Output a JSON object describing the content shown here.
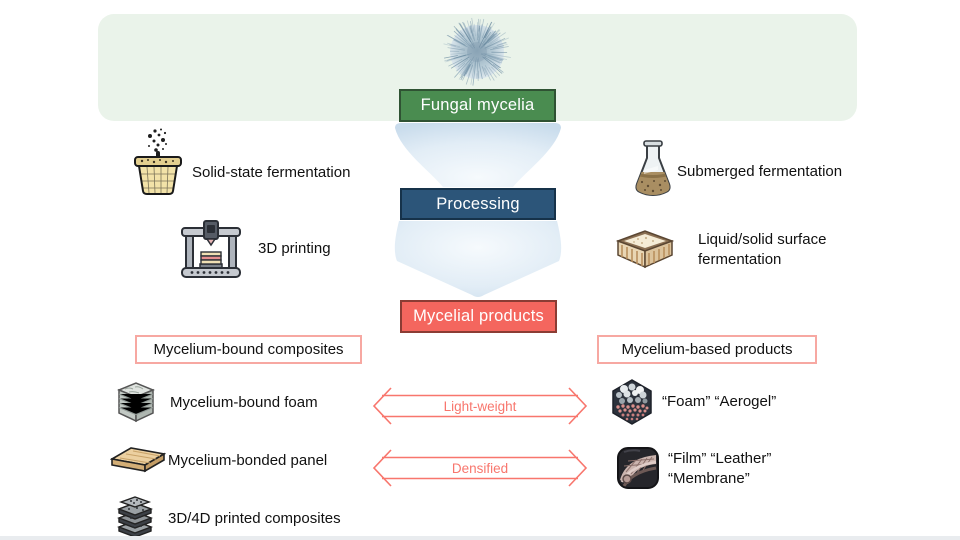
{
  "flow": {
    "source": "Fungal mycelia",
    "process": "Processing",
    "output": "Mycelial products"
  },
  "methods": {
    "solid_state": "Solid-state fermentation",
    "printing_3d": "3D printing",
    "submerged": "Submerged fermentation",
    "surface_line1": "Liquid/solid surface",
    "surface_line2": "fermentation"
  },
  "categories": {
    "left": "Mycelium-bound composites",
    "right": "Mycelium-based products"
  },
  "products": {
    "foam": "Mycelium-bound foam",
    "panel": "Mycelium-bonded panel",
    "printed": "3D/4D printed composites",
    "aerogel": "“Foam” “Aerogel”",
    "film_line1": "“Film” “Leather”",
    "film_line2": "“Membrane”"
  },
  "comparisons": {
    "lightweight": "Light-weight",
    "densified": "Densified"
  },
  "icons": {
    "top": "mycelium-ball-icon",
    "left": [
      "solid-state-basket-icon",
      "printer-3d-icon"
    ],
    "right": [
      "erlenmeyer-flask-icon",
      "surface-tray-icon"
    ],
    "products_left": [
      "foam-cube-icon",
      "panel-slab-icon",
      "printed-stack-icon"
    ],
    "products_right": [
      "aerogel-hex-icon",
      "film-leather-icon"
    ]
  },
  "colors": {
    "banner_bg": "#eaf3ea",
    "source_fill": "#4a8c50",
    "source_border": "#2f5233",
    "process_fill": "#2c5579",
    "process_border": "#16324a",
    "output_fill": "#f4665e",
    "output_border": "#8b3c34",
    "category_border": "#f7a8a2",
    "arrow_accent": "#f8766d",
    "funnel_edge": "#c9dcec",
    "funnel_center": "#f6fafd"
  }
}
